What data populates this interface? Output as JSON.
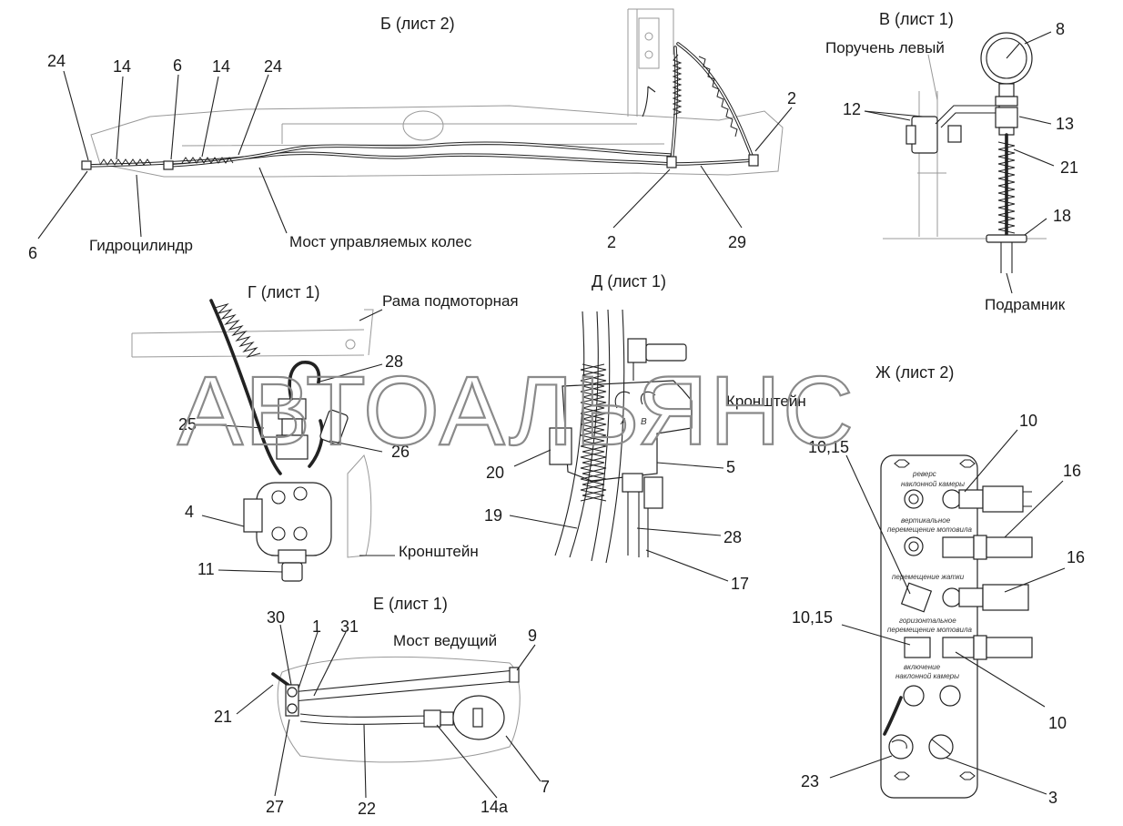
{
  "views": {
    "b": {
      "title": "Б (лист 2)",
      "labels": {
        "hydrocylinder": "Гидроцилиндр",
        "steer_axle": "Мост управляемых колес"
      }
    },
    "v": {
      "title": "В (лист 1)",
      "labels": {
        "handrail_left": "Поручень левый",
        "subframe": "Подрамник"
      }
    },
    "g": {
      "title": "Г (лист 1)",
      "labels": {
        "engine_frame": "Рама подмоторная",
        "bracket": "Кронштейн"
      }
    },
    "d": {
      "title": "Д (лист 1)",
      "labels": {
        "bracket": "Кронштейн",
        "port_a": "A",
        "port_b": "B"
      }
    },
    "zh": {
      "title": "Ж (лист 2)",
      "panel": {
        "line1a": "реверс",
        "line1b": "наклонной камеры",
        "line2a": "вертикальное",
        "line2b": "перемещение мотовила",
        "line3": "перемещение жатки",
        "line4a": "горизонтальное",
        "line4b": "перемещение мотовила",
        "line5a": "включение",
        "line5b": "наклонной камеры"
      }
    },
    "e": {
      "title": "Е (лист 1)",
      "labels": {
        "drive_axle": "Мост ведущий"
      }
    }
  },
  "callouts": {
    "b": [
      "24",
      "14",
      "6",
      "14",
      "24",
      "2",
      "6",
      "2",
      "29"
    ],
    "v": [
      "8",
      "12",
      "13",
      "21",
      "18"
    ],
    "g": [
      "28",
      "25",
      "26",
      "4",
      "11"
    ],
    "d": [
      "20",
      "5",
      "19",
      "28",
      "17"
    ],
    "zh": [
      "10",
      "10,15",
      "16",
      "16",
      "10,15",
      "10",
      "23",
      "3"
    ],
    "e": [
      "30",
      "1",
      "31",
      "9",
      "21",
      "27",
      "22",
      "14а",
      "7"
    ]
  },
  "watermark": "АВТОАЛЬЯНС"
}
